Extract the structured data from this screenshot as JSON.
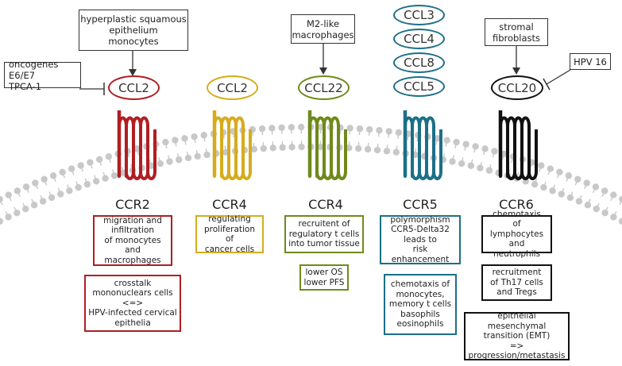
{
  "colors": {
    "ccr2": "#b01e23",
    "ccr4a": "#d6ac1e",
    "ccr4b": "#6f8a1a",
    "ccr5": "#1c6f88",
    "ccr6": "#111111",
    "membrane": "#c8c8c8",
    "line": "#333333"
  },
  "top_boxes": {
    "squamous": "hyperplastic squamous\nepithelium\nmonocytes",
    "oncogenes": "oncogenes E6/E7\nTPCA-1",
    "m2": "M2-like\nmacrophages",
    "stromal": "stromal\nfibroblasts",
    "hpv": "HPV 16"
  },
  "ligands": {
    "ccr2": "CCL2",
    "ccr4a": "CCL2",
    "ccr4b": "CCL22",
    "ccr5": [
      "CCL3",
      "CCL4",
      "CCL8",
      "CCL5"
    ],
    "ccr6": "CCL20"
  },
  "receptors": [
    "CCR2",
    "CCR4",
    "CCR4",
    "CCR5",
    "CCR6"
  ],
  "effects": {
    "ccr2": [
      "migration and\ninfiltration\nof monocytes and\nmacrophages",
      "crosstalk\nmononuclears cells\n<=>\nHPV-infected cervical\nepithelia"
    ],
    "ccr4a": [
      "regulating\nproliferation of\ncancer cells"
    ],
    "ccr4b": [
      "recruitent of\nregulatory t cells\ninto tumor tissue",
      "lower OS\nlower PFS"
    ],
    "ccr5": [
      "polymorphism\nCCR5-Delta32\nleads to\nrisk enhancement",
      "chemotaxis of\nmonocytes,\nmemory t cells\nbasophils\neosinophils"
    ],
    "ccr6": [
      "chemotaxis\nof lymphocytes\nand neutrophils",
      "recruitment\nof Th17 cells\nand Tregs",
      "epithelial mesenchymal\ntransition (EMT)\n=>\nprogression/metastasis"
    ]
  }
}
